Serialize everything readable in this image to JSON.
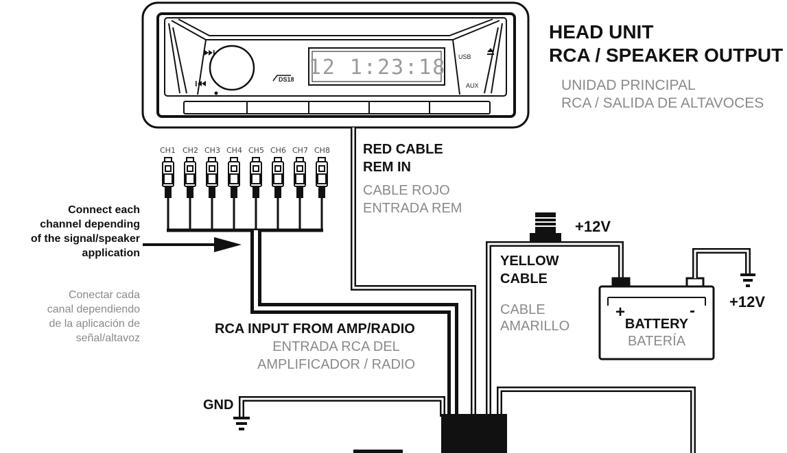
{
  "head_unit": {
    "display": "12 1:23:18",
    "brand": "DS18",
    "usb_label": "USB",
    "aux_label": "AUX",
    "eject_icon": "eject-icon",
    "next_icon": "skip-forward-icon",
    "prev_icon": "skip-back-icon"
  },
  "labels": {
    "head_unit_title_1": "HEAD UNIT",
    "head_unit_title_2": "RCA / SPEAKER  OUTPUT",
    "head_unit_es_1": "UNIDAD PRINCIPAL",
    "head_unit_es_2": "RCA / SALIDA DE ALTAVOCES",
    "red_cable_1": "RED CABLE",
    "red_cable_2": "REM IN",
    "red_cable_es_1": "CABLE ROJO",
    "red_cable_es_2": "ENTRADA REM",
    "connect_en_1": "Connect each",
    "connect_en_2": "channel depending",
    "connect_en_3": "of the signal/speaker",
    "connect_en_4": "application",
    "connect_es_1": "Conectar cada",
    "connect_es_2": "canal dependiendo",
    "connect_es_3": "de la aplicación de",
    "connect_es_4": "señal/altavoz",
    "rca_input_en": "RCA INPUT FROM AMP/RADIO",
    "rca_input_es_1": "ENTRADA RCA DEL",
    "rca_input_es_2": "AMPLIFICADOR / RADIO",
    "yellow_1": "YELLOW",
    "yellow_2": "CABLE",
    "yellow_es_1": "CABLE",
    "yellow_es_2": "AMARILLO",
    "plus12v_fuse": "+12V",
    "plus12v_ground": "+12V",
    "battery_en": "BATTERY",
    "battery_es": "BATERÍA",
    "battery_plus": "+",
    "battery_minus": "-",
    "gnd": "GND"
  },
  "channels": [
    "CH1",
    "CH2",
    "CH3",
    "CH4",
    "CH5",
    "CH6",
    "CH7",
    "CH8"
  ],
  "colors": {
    "ink": "#111111",
    "gray_text": "#8a8a8a"
  }
}
